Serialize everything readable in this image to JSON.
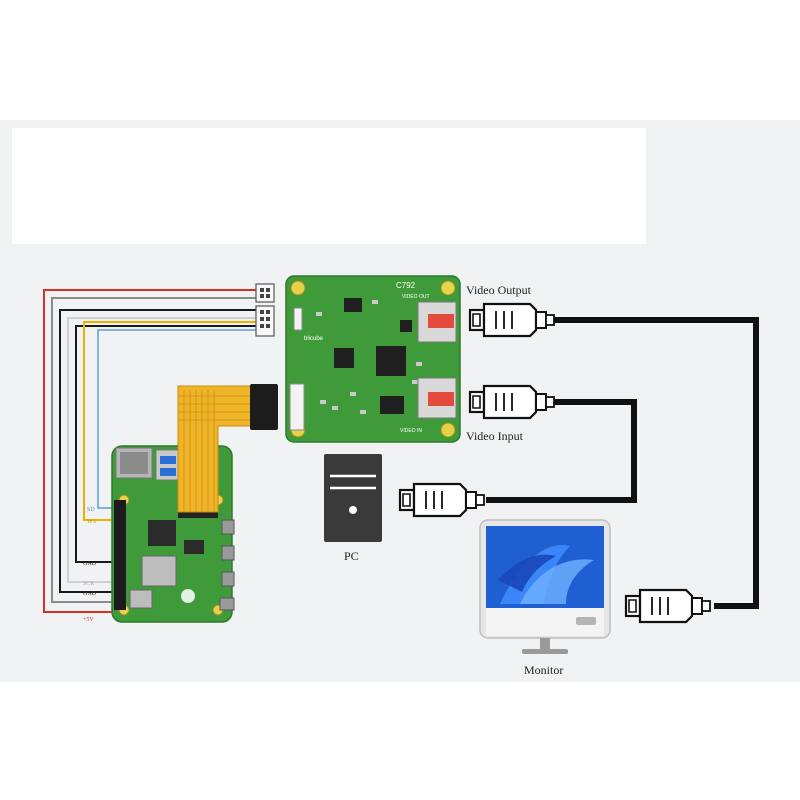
{
  "colors": {
    "panel": "#f1f2f4",
    "header_box": "#ffffff",
    "board_green": "#3f9b3a",
    "board_dark": "#2d7a2a",
    "ribbon": "#f0b429",
    "cable": "#111111",
    "wire_red": "#d93025",
    "wire_gray": "#8a8a8a",
    "wire_black": "#1a1a1a",
    "wire_yellow": "#e8b400",
    "wire_blue": "#7fb3d9",
    "wire_white": "#d8d8d8",
    "monitor_body": "#e6e6e6",
    "screen_blue": "#1f5fd1"
  },
  "labels": {
    "video_output": "Video Output",
    "video_input": "Video Input",
    "pc": "PC",
    "monitor": "Monitor"
  },
  "board": {
    "model": "C792",
    "brand": "blicube",
    "out_marking": "VIDEO OUT",
    "in_marking": "VIDEO IN"
  },
  "pins": {
    "sd": "SD",
    "ws": "WS",
    "gnd1": "GND",
    "sck": "SCK",
    "gnd2": "GND",
    "v5": "+5V"
  },
  "icons": [
    "hdmi-plug-icon",
    "pc-tower-icon",
    "monitor-icon",
    "windows-logo-icon",
    "raspberry-pi-logo-icon"
  ]
}
